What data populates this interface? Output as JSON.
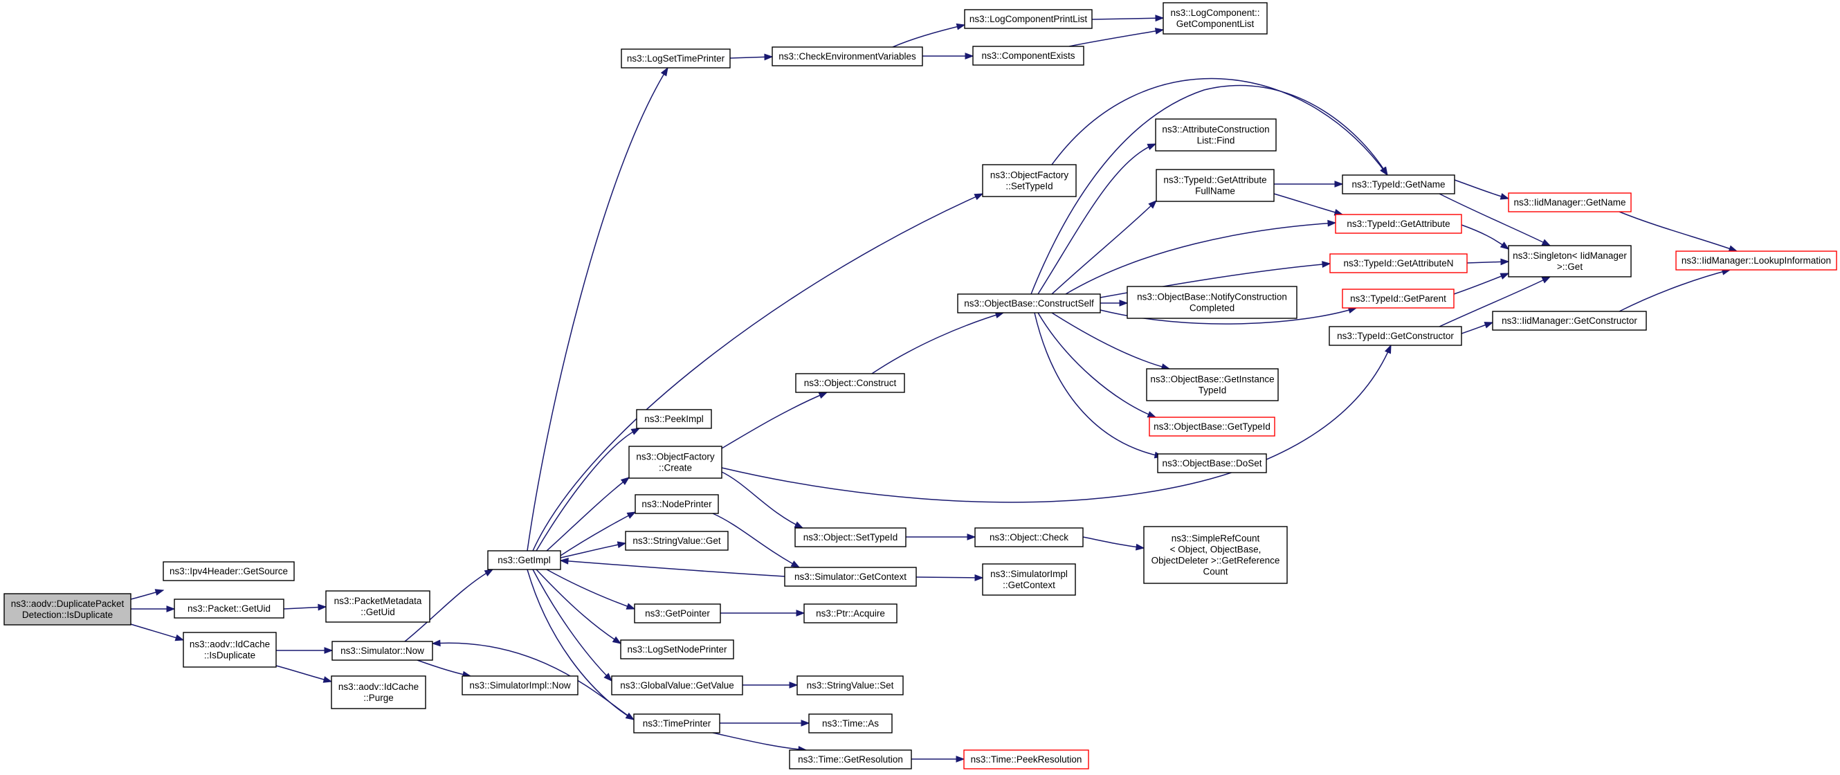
{
  "colors": {
    "edge": "#191970",
    "root_fill": "#bfbfbf",
    "incomplete_border": "#ff0000"
  },
  "nodes": {
    "root": {
      "lines": [
        "ns3::aodv::DuplicatePacket",
        "Detection::IsDuplicate"
      ]
    },
    "ipv4_getsource": {
      "lines": [
        "ns3::Ipv4Header::GetSource"
      ]
    },
    "packet_getuid": {
      "lines": [
        "ns3::Packet::GetUid"
      ]
    },
    "idcache_isdup": {
      "lines": [
        "ns3::aodv::IdCache",
        "::IsDuplicate"
      ]
    },
    "pktmeta_getuid": {
      "lines": [
        "ns3::PacketMetadata",
        "::GetUid"
      ]
    },
    "sim_now": {
      "lines": [
        "ns3::Simulator::Now"
      ]
    },
    "idcache_purge": {
      "lines": [
        "ns3::aodv::IdCache",
        "::Purge"
      ]
    },
    "getimpl": {
      "lines": [
        "ns3::GetImpl"
      ]
    },
    "simimpl_now": {
      "lines": [
        "ns3::SimulatorImpl::Now"
      ]
    },
    "logsettimeprinter": {
      "lines": [
        "ns3::LogSetTimePrinter"
      ]
    },
    "peekimpl": {
      "lines": [
        "ns3::PeekImpl"
      ]
    },
    "objfactory_create": {
      "lines": [
        "ns3::ObjectFactory",
        "::Create"
      ]
    },
    "nodeprinter": {
      "lines": [
        "ns3::NodePrinter"
      ]
    },
    "stringvalue_get": {
      "lines": [
        "ns3::StringValue::Get"
      ]
    },
    "getpointer": {
      "lines": [
        "ns3::GetPointer"
      ]
    },
    "logsetnodeprinter": {
      "lines": [
        "ns3::LogSetNodePrinter"
      ]
    },
    "globalvalue_getvalue": {
      "lines": [
        "ns3::GlobalValue::GetValue"
      ]
    },
    "timeprinter": {
      "lines": [
        "ns3::TimePrinter"
      ]
    },
    "checkenv": {
      "lines": [
        "ns3::CheckEnvironmentVariables"
      ]
    },
    "logcompprintlist": {
      "lines": [
        "ns3::LogComponentPrintList"
      ]
    },
    "compexists": {
      "lines": [
        "ns3::ComponentExists"
      ]
    },
    "logcomp_getlist": {
      "lines": [
        "ns3::LogComponent::",
        "GetComponentList"
      ]
    },
    "objfactory_settypeid": {
      "lines": [
        "ns3::ObjectFactory",
        "::SetTypeId"
      ]
    },
    "object_construct": {
      "lines": [
        "ns3::Object::Construct"
      ]
    },
    "object_settypeid": {
      "lines": [
        "ns3::Object::SetTypeId"
      ]
    },
    "sim_getcontext": {
      "lines": [
        "ns3::Simulator::GetContext"
      ]
    },
    "ptr_acquire": {
      "lines": [
        "ns3::Ptr::Acquire"
      ]
    },
    "stringvalue_set": {
      "lines": [
        "ns3::StringValue::Set"
      ]
    },
    "time_as": {
      "lines": [
        "ns3::Time::As"
      ]
    },
    "time_getres": {
      "lines": [
        "ns3::Time::GetResolution"
      ]
    },
    "time_peekres": {
      "lines": [
        "ns3::Time::PeekResolution"
      ]
    },
    "objbase_constructself": {
      "lines": [
        "ns3::ObjectBase::ConstructSelf"
      ]
    },
    "object_check": {
      "lines": [
        "ns3::Object::Check"
      ]
    },
    "simimpl_getcontext": {
      "lines": [
        "ns3::SimulatorImpl",
        "::GetContext"
      ]
    },
    "simplerefcount": {
      "lines": [
        "ns3::SimpleRefCount",
        "< Object, ObjectBase,",
        "ObjectDeleter >::GetReference",
        "Count"
      ]
    },
    "attrconstlist_find": {
      "lines": [
        "ns3::AttributeConstruction",
        "List::Find"
      ]
    },
    "typeid_getattrfullname": {
      "lines": [
        "ns3::TypeId::GetAttribute",
        "FullName"
      ]
    },
    "objbase_notify": {
      "lines": [
        "ns3::ObjectBase::NotifyConstruction",
        "Completed"
      ]
    },
    "objbase_getinstance": {
      "lines": [
        "ns3::ObjectBase::GetInstance",
        "TypeId"
      ]
    },
    "objbase_gettypeid": {
      "lines": [
        "ns3::ObjectBase::GetTypeId"
      ]
    },
    "objbase_doset": {
      "lines": [
        "ns3::ObjectBase::DoSet"
      ]
    },
    "typeid_getname": {
      "lines": [
        "ns3::TypeId::GetName"
      ]
    },
    "typeid_getattribute": {
      "lines": [
        "ns3::TypeId::GetAttribute"
      ]
    },
    "typeid_getattributen": {
      "lines": [
        "ns3::TypeId::GetAttributeN"
      ]
    },
    "typeid_getparent": {
      "lines": [
        "ns3::TypeId::GetParent"
      ]
    },
    "typeid_getconstructor": {
      "lines": [
        "ns3::TypeId::GetConstructor"
      ]
    },
    "singleton_get": {
      "lines": [
        "ns3::Singleton< IidManager",
        ">::Get"
      ]
    },
    "iidmgr_getname": {
      "lines": [
        "ns3::IidManager::GetName"
      ]
    },
    "iidmgr_getconstructor": {
      "lines": [
        "ns3::IidManager::GetConstructor"
      ]
    },
    "iidmgr_lookupinfo": {
      "lines": [
        "ns3::IidManager::LookupInformation"
      ]
    }
  }
}
